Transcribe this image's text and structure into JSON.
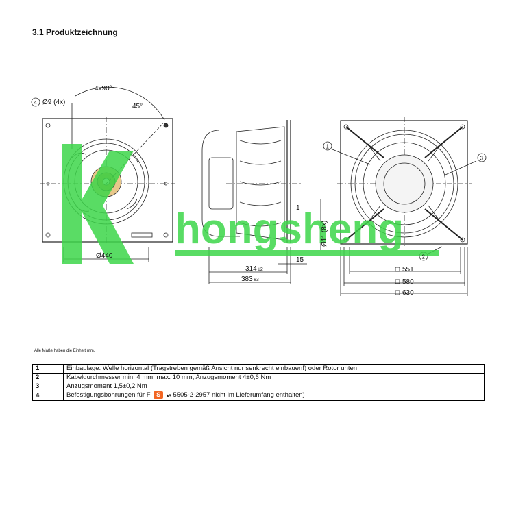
{
  "section_title": "3.1 Produktzeichnung",
  "callouts": {
    "hole_callout": "Ø9 (4x)",
    "angle_4x90": "4x90°",
    "angle_45": "45°",
    "c1": "1",
    "c2": "2",
    "c3": "3",
    "c4": "4"
  },
  "dimensions": {
    "d440": "Ø440",
    "d314": "314",
    "d314_tol": "±2",
    "d383": "383",
    "d383_tol": "±3",
    "d15": "15",
    "d1": "1",
    "d11": "Ø11 (8x)",
    "d551": "551",
    "d580": "580",
    "d630": "630"
  },
  "watermark": {
    "brand": "hongsheng",
    "color": "#3dd64a"
  },
  "unit_note": "Alle Maße haben die Einheit mm.",
  "notes_table": [
    {
      "num": "1",
      "text": "Einbaulage: Welle horizontal (Tragstreben gemäß Ansicht nur senkrecht einbauen!) oder Rotor unten"
    },
    {
      "num": "2",
      "text": "Kabeldurchmesser min. 4 mm, max. 10 mm, Anzugsmoment 4±0,6 Nm"
    },
    {
      "num": "3",
      "text": "Anzugsmoment 1,5±0,2 Nm"
    },
    {
      "num": "4",
      "text": "Befestigungsbohrungen für F",
      "text_tail": "5505-2-2957 nicht im Lieferumfang enthalten)"
    }
  ]
}
